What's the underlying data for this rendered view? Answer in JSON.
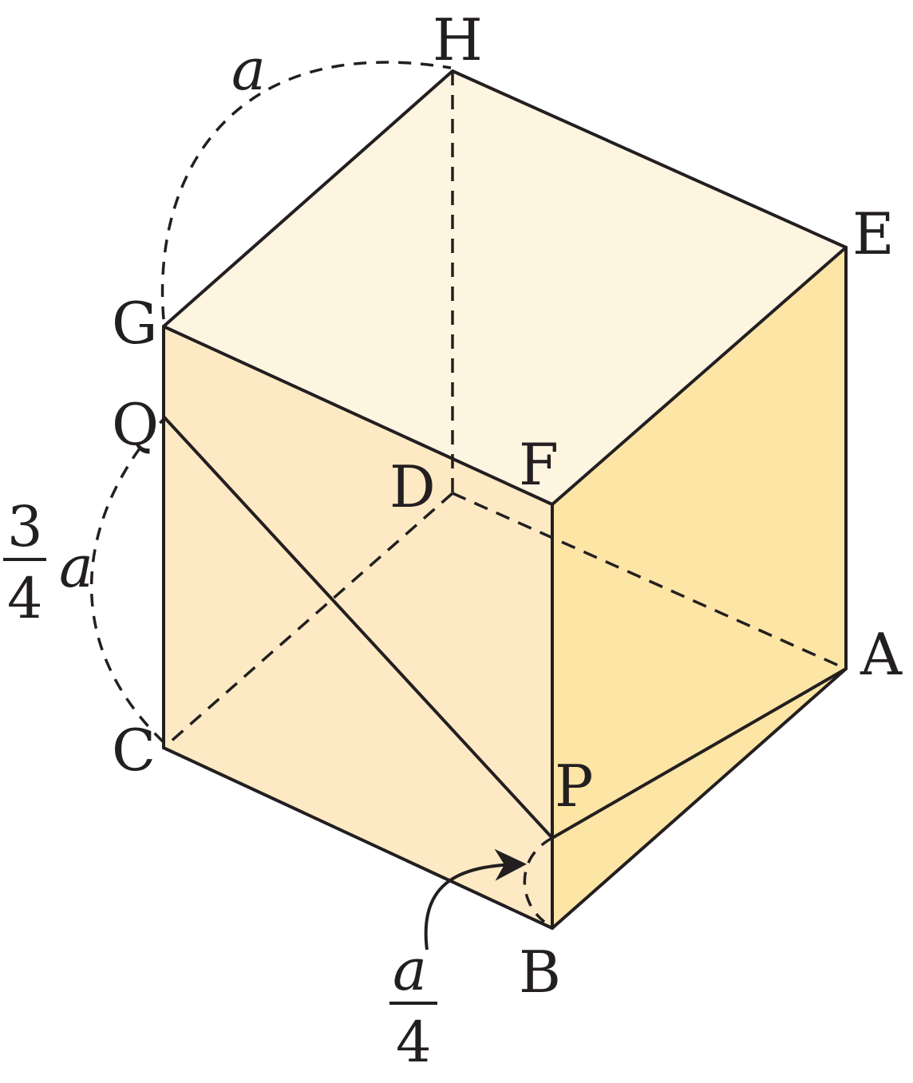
{
  "colors": {
    "top_face": "#fef5e1",
    "front_face": "#fdeac4",
    "right_face": "#fde5a6",
    "stroke": "#231f20"
  },
  "vertices": {
    "A": "A",
    "B": "B",
    "C": "C",
    "D": "D",
    "E": "E",
    "F": "F",
    "G": "G",
    "H": "H",
    "P": "P",
    "Q": "Q"
  },
  "annotations": {
    "edge_length": "a",
    "cq_numerator": "3",
    "cq_denominator": "4",
    "cq_variable": "a",
    "bp_numerator": "a",
    "bp_denominator": "4"
  }
}
